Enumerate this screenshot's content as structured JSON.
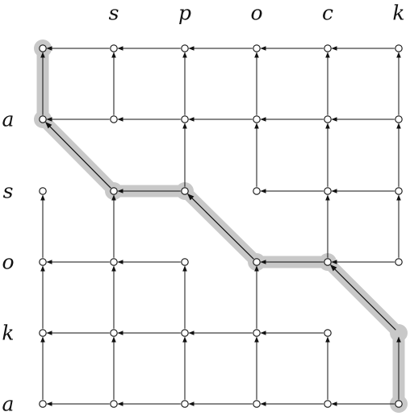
{
  "column_labels": [
    "s",
    "p",
    "o",
    "c",
    "k"
  ],
  "row_labels": [
    "a",
    "s",
    "o",
    "k",
    "a"
  ],
  "colors": {
    "edge": "#111111",
    "node_fill": "#ffffff",
    "node_stroke": "#111111",
    "path_highlight": "#c8c8c8"
  },
  "graph": {
    "grid_columns": 6,
    "grid_rows": 6,
    "missing_nodes": [
      [
        4,
        5
      ]
    ],
    "horizontal_edges": [
      [
        0,
        0,
        1,
        "left"
      ],
      [
        0,
        1,
        2,
        "left"
      ],
      [
        0,
        2,
        3,
        "left"
      ],
      [
        0,
        3,
        4,
        "left"
      ],
      [
        0,
        4,
        5,
        "left"
      ],
      [
        1,
        0,
        1,
        "left"
      ],
      [
        1,
        1,
        2,
        "left"
      ],
      [
        1,
        2,
        3,
        "left"
      ],
      [
        1,
        3,
        4,
        "left"
      ],
      [
        1,
        4,
        5,
        "left"
      ],
      [
        2,
        1,
        2,
        "left"
      ],
      [
        2,
        3,
        4,
        "left"
      ],
      [
        2,
        4,
        5,
        "left"
      ],
      [
        3,
        0,
        1,
        "left"
      ],
      [
        3,
        1,
        2,
        "left"
      ],
      [
        3,
        3,
        4,
        "left"
      ],
      [
        3,
        4,
        5,
        "left"
      ],
      [
        4,
        0,
        1,
        "left"
      ],
      [
        4,
        1,
        2,
        "left"
      ],
      [
        4,
        2,
        3,
        "left"
      ],
      [
        4,
        3,
        4,
        "left"
      ],
      [
        5,
        0,
        1,
        "left"
      ],
      [
        5,
        1,
        2,
        "left"
      ],
      [
        5,
        2,
        3,
        "left"
      ],
      [
        5,
        3,
        4,
        "left"
      ],
      [
        5,
        4,
        5,
        "left"
      ]
    ],
    "vertical_edges": [
      [
        0,
        0,
        1
      ],
      [
        0,
        2,
        3
      ],
      [
        0,
        3,
        4
      ],
      [
        0,
        4,
        5
      ],
      [
        1,
        0,
        1
      ],
      [
        1,
        2,
        3
      ],
      [
        1,
        3,
        4
      ],
      [
        1,
        4,
        5
      ],
      [
        2,
        0,
        1
      ],
      [
        2,
        1,
        2
      ],
      [
        2,
        3,
        4
      ],
      [
        2,
        4,
        5
      ],
      [
        3,
        0,
        1
      ],
      [
        3,
        1,
        2
      ],
      [
        3,
        3,
        4
      ],
      [
        3,
        4,
        5
      ],
      [
        4,
        0,
        1
      ],
      [
        4,
        1,
        2
      ],
      [
        4,
        2,
        3
      ],
      [
        4,
        4,
        5
      ],
      [
        5,
        0,
        1
      ],
      [
        5,
        1,
        2
      ],
      [
        5,
        2,
        3
      ],
      [
        5,
        4,
        5
      ]
    ],
    "diagonal_edges": [
      [
        1,
        0,
        2,
        1
      ],
      [
        2,
        2,
        3,
        3
      ],
      [
        3,
        4,
        4,
        5
      ]
    ],
    "highlighted_path": [
      [
        5,
        5
      ],
      [
        4,
        5
      ],
      [
        3,
        4
      ],
      [
        3,
        3
      ],
      [
        2,
        2
      ],
      [
        2,
        1
      ],
      [
        1,
        0
      ],
      [
        0,
        0
      ]
    ]
  }
}
